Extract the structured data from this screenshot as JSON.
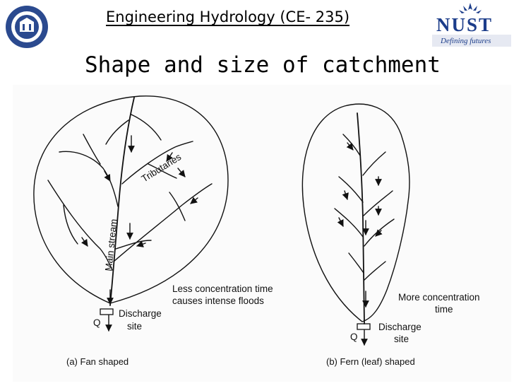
{
  "header": {
    "course_title": "Engineering Hydrology (CE- 235)",
    "nust_wordmark": "NUST",
    "nust_tagline": "Defining futures"
  },
  "slide": {
    "title": "Shape and size of catchment"
  },
  "figure": {
    "fan": {
      "tributaries_label": "Tributaries",
      "main_stream_label": "Main stream",
      "note_line1": "Less concentration time",
      "note_line2": "causes intense floods",
      "outlet_symbol": "Q",
      "discharge_line1": "Discharge",
      "discharge_line2": "site",
      "caption": "(a) Fan shaped"
    },
    "fern": {
      "note_line1": "More concentration",
      "note_line2": "time",
      "outlet_symbol": "Q",
      "discharge_line1": "Discharge",
      "discharge_line2": "site",
      "caption": "(b) Fern (leaf) shaped"
    }
  },
  "colors": {
    "nust_blue": "#1c3d8a",
    "ink": "#111111"
  }
}
